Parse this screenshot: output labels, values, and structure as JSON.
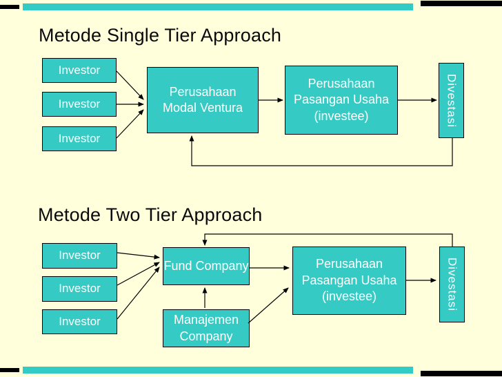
{
  "colors": {
    "background": "#FFFFDC",
    "box_teal": "#35CBC4",
    "stripe_teal": "#33CBC6",
    "ink": "#000000",
    "box_text": "#FDFFFE",
    "title_text": "#0A0A0A"
  },
  "single_tier": {
    "title": "Metode Single Tier Approach",
    "investors": [
      "Investor",
      "Investor",
      "Investor"
    ],
    "vc_box": "Perusahaan\nModal Ventura",
    "investee_box": "Perusahaan\nPasangan Usaha\n(investee)",
    "divestment_box": "Divestasi"
  },
  "two_tier": {
    "title": "Metode Two Tier Approach",
    "investors": [
      "Investor",
      "Investor",
      "Investor"
    ],
    "fund_box": "Fund Company",
    "management_box": "Manajemen\nCompany",
    "investee_box": "Perusahaan\nPasangan Usaha\n(investee)",
    "divestment_box": "Divestasi"
  }
}
